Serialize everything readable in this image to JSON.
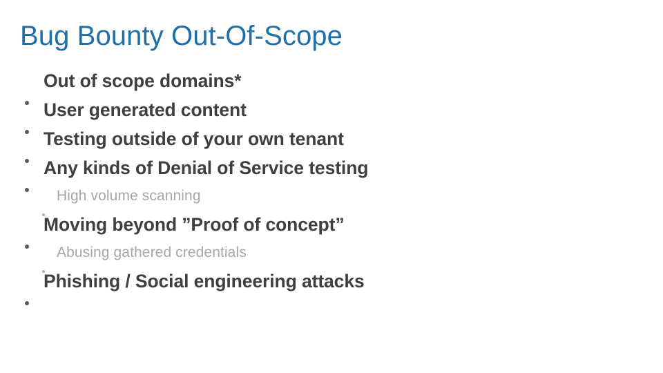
{
  "slide": {
    "title": "Bug Bounty Out-Of-Scope",
    "title_color": "#1F6FA8",
    "background_color": "#FFFFFF",
    "body_color": "#3F3F3F",
    "subbullet_color": "#A6A6A6",
    "bullets": [
      {
        "level": 1,
        "text": "Out of scope domains*",
        "marker": "round-dot"
      },
      {
        "level": 1,
        "text": "User generated content",
        "marker": "round-dot"
      },
      {
        "level": 1,
        "text": "Testing outside of your own tenant",
        "marker": "round-dot"
      },
      {
        "level": 1,
        "text": "Any kinds of Denial of Service testing",
        "marker": "round-dot"
      },
      {
        "level": 2,
        "text": "High volume scanning",
        "marker": "small-dot"
      },
      {
        "level": 1,
        "text": "Moving beyond ”Proof of concept”",
        "marker": "round-dot"
      },
      {
        "level": 2,
        "text": "Abusing gathered credentials",
        "marker": "small-dot"
      },
      {
        "level": 1,
        "text": "Phishing / Social engineering attacks",
        "marker": "round-dot"
      }
    ]
  }
}
